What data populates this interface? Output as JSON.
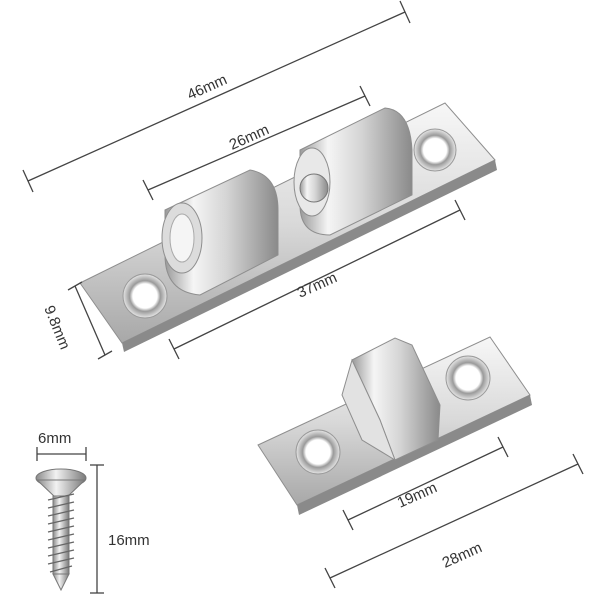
{
  "dimensions": {
    "catch_overall_length": "46mm",
    "roller_span": "26mm",
    "catch_base_length": "37mm",
    "catch_width": "9.8mm",
    "strike_length": "28mm",
    "strike_hole_spacing": "19mm",
    "screw_head_diameter": "6mm",
    "screw_length": "16mm"
  },
  "colors": {
    "metal_light": "#f4f4f4",
    "metal_mid": "#c9c9c9",
    "metal_dark": "#8e8e8e",
    "line": "#444444",
    "background": "#ffffff"
  }
}
